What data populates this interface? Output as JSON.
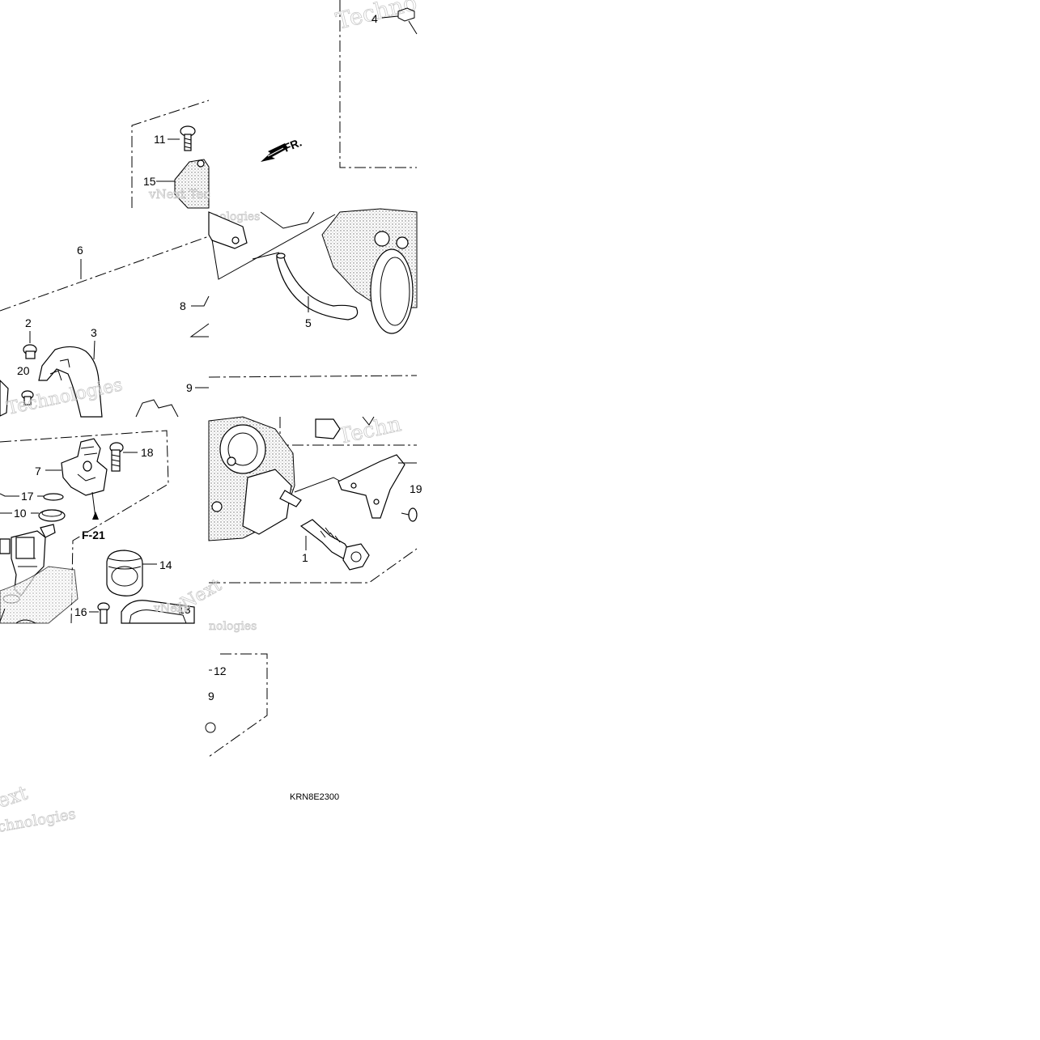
{
  "diagram": {
    "callouts": {
      "p1": "1",
      "p2": "2",
      "p3": "3",
      "p4": "4",
      "p5": "5",
      "p6": "6",
      "p7": "7",
      "p8": "8",
      "p9a": "9",
      "p9b": "9",
      "p10": "10",
      "p11": "11",
      "p12": "12",
      "p13": "13",
      "p14": "14",
      "p15": "15",
      "p16": "16",
      "p17": "17",
      "p18": "18",
      "p19": "19",
      "p20": "20"
    },
    "front_marker": "FR.",
    "ref_label": "F-21",
    "drawing_code": "KRN8E2300",
    "watermarks": [
      "Techno",
      "vNext Tec",
      "nologies",
      "Technologies",
      "vNext",
      "vNext",
      "Technologies",
      "Techn",
      "nologies",
      "ext",
      "chnologies"
    ],
    "colors": {
      "line": "#000000",
      "background": "#ffffff",
      "watermark": "#c9c9c9"
    }
  }
}
